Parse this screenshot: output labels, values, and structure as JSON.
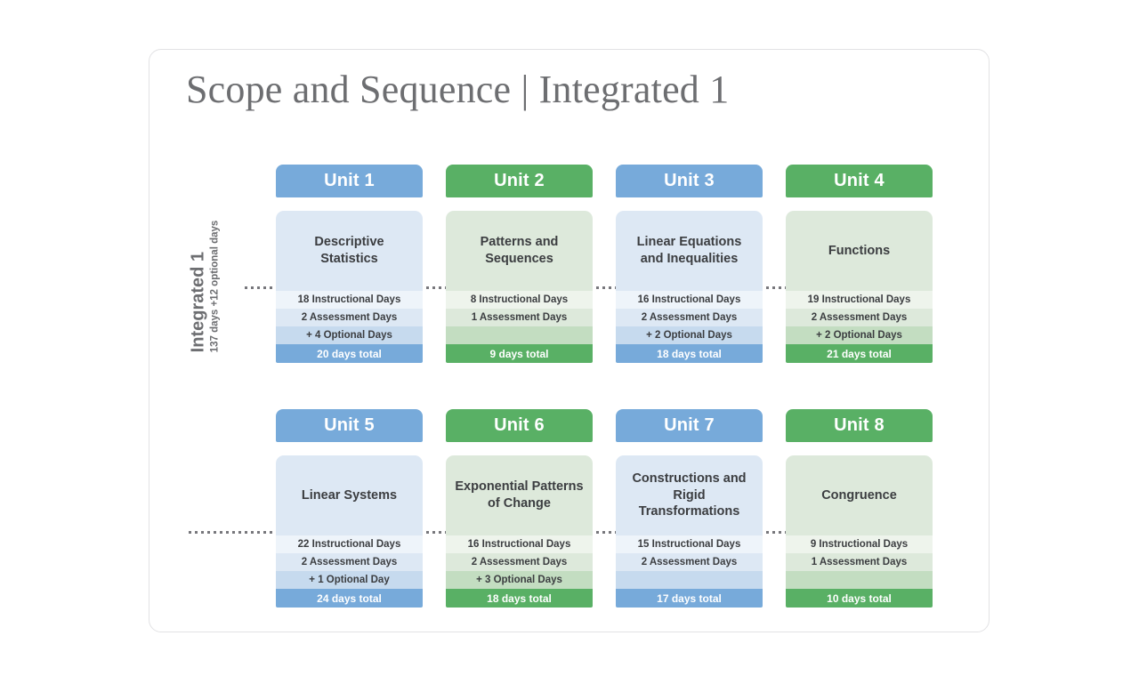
{
  "page": {
    "title": "Scope and Sequence | Integrated 1",
    "background_color": "#ffffff",
    "panel_border_color": "#e2e2e4"
  },
  "axis": {
    "title": "Integrated 1",
    "subtitle": "137 days +12 optional days"
  },
  "colors": {
    "blue_accent": "#77aada",
    "green_accent": "#59b065",
    "blue_card": "#dde8f4",
    "green_card": "#dde9db",
    "blue_instructional": "#eef4fa",
    "green_instructional": "#eef4ec",
    "blue_optional": "#c6daee",
    "green_optional": "#c3ddc1",
    "title_text": "#6d6e71",
    "body_text": "#3b3d40",
    "rail_dots": "#77777c"
  },
  "labels": {
    "instructional_suffix": "Instructional Days",
    "assessment_suffix": "Assessment Days",
    "optional_prefix": "+",
    "total_suffix": "days total"
  },
  "rows": [
    {
      "name": "row-1",
      "units": [
        {
          "header": "Unit 1",
          "theme": "blue",
          "title": "Descriptive Statistics",
          "instructional": "18 Instructional Days",
          "assessment": "2 Assessment Days",
          "optional": "+ 4 Optional Days",
          "total": "20 days total"
        },
        {
          "header": "Unit 2",
          "theme": "green",
          "title": "Patterns and Sequences",
          "instructional": "8 Instructional Days",
          "assessment": "1 Assessment Days",
          "optional": "",
          "total": "9 days total"
        },
        {
          "header": "Unit 3",
          "theme": "blue",
          "title": "Linear Equations and Inequalities",
          "instructional": "16 Instructional Days",
          "assessment": "2 Assessment Days",
          "optional": "+ 2 Optional Days",
          "total": "18 days total"
        },
        {
          "header": "Unit 4",
          "theme": "green",
          "title": "Functions",
          "instructional": "19 Instructional Days",
          "assessment": "2 Assessment Days",
          "optional": "+ 2 Optional Days",
          "total": "21 days total"
        }
      ]
    },
    {
      "name": "row-2",
      "units": [
        {
          "header": "Unit 5",
          "theme": "blue",
          "title": "Linear Systems",
          "instructional": "22 Instructional Days",
          "assessment": "2 Assessment Days",
          "optional": "+ 1 Optional Day",
          "total": "24 days total"
        },
        {
          "header": "Unit 6",
          "theme": "green",
          "title": "Exponential Patterns of Change",
          "instructional": "16 Instructional Days",
          "assessment": "2 Assessment Days",
          "optional": "+ 3 Optional Days",
          "total": "18 days total"
        },
        {
          "header": "Unit 7",
          "theme": "blue",
          "title": "Constructions and Rigid Transformations",
          "instructional": "15 Instructional Days",
          "assessment": "2 Assessment Days",
          "optional": "",
          "total": "17 days total"
        },
        {
          "header": "Unit 8",
          "theme": "green",
          "title": "Congruence",
          "instructional": "9 Instructional Days",
          "assessment": "1 Assessment Days",
          "optional": "",
          "total": "10 days total"
        }
      ]
    }
  ]
}
